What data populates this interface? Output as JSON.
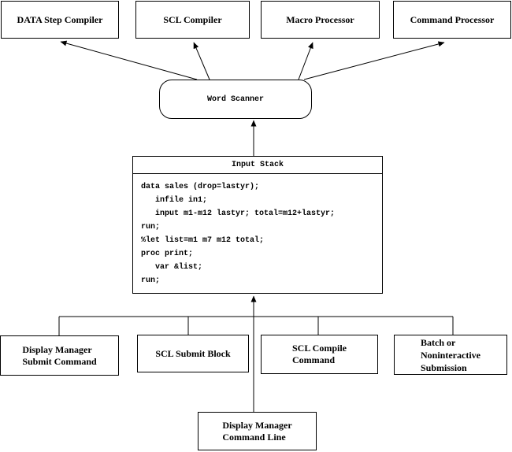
{
  "diagram": {
    "top_row": [
      {
        "label": "DATA Step Compiler"
      },
      {
        "label": "SCL Compiler"
      },
      {
        "label": "Macro Processor"
      },
      {
        "label": "Command Processor"
      }
    ],
    "word_scanner": {
      "label": "Word Scanner"
    },
    "input_stack": {
      "title": "Input Stack",
      "code": "data sales (drop=lastyr);\n   infile in1;\n   input m1-m12 lastyr; total=m12+lastyr;\nrun;\n%let list=m1 m7 m12 total;\nproc print;\n   var &list;\nrun;"
    },
    "bottom_row": [
      {
        "label": "Display Manager\nSubmit Command"
      },
      {
        "label": "SCL Submit Block"
      },
      {
        "label": "SCL Compile\nCommand"
      },
      {
        "label": "Batch or\nNoninteractive\nSubmission"
      }
    ],
    "command_line_box": {
      "label": "Display Manager\nCommand Line"
    }
  },
  "colors": {
    "line": "#000000",
    "background": "#ffffff"
  }
}
